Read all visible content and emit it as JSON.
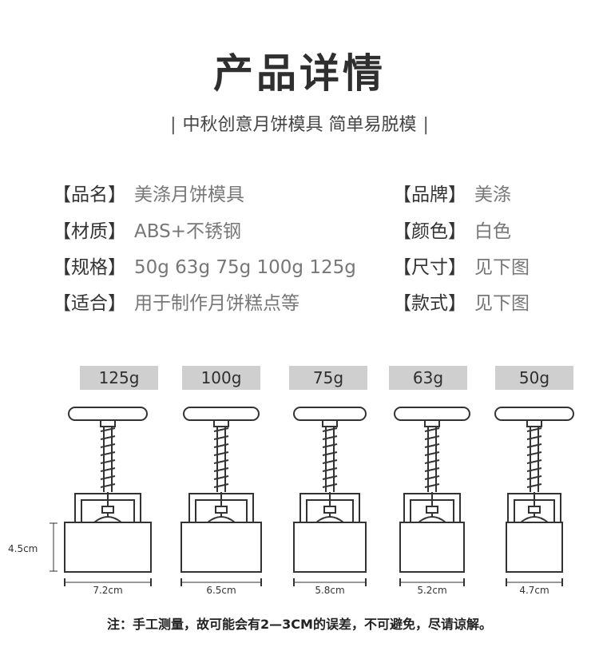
{
  "title": "产品详情",
  "subtitle": "中秋创意月饼模具 简单易脱模",
  "subtitle_bar": "|",
  "specs_left": [
    {
      "label": "【品名】",
      "value": "美涤月饼模具"
    },
    {
      "label": "【材质】",
      "value": "ABS+不锈钢"
    },
    {
      "label": "【规格】",
      "value": "50g 63g 75g 100g 125g"
    },
    {
      "label": "【适合】",
      "value": "用于制作月饼糕点等"
    }
  ],
  "specs_right": [
    {
      "label": "【品牌】",
      "value": "美涤"
    },
    {
      "label": "【颜色】",
      "value": "白色"
    },
    {
      "label": "【尺寸】",
      "value": "见下图"
    },
    {
      "label": "【款式】",
      "value": "见下图"
    }
  ],
  "molds": [
    {
      "weight": "125g",
      "width": "7.2cm"
    },
    {
      "weight": "100g",
      "width": "6.5cm"
    },
    {
      "weight": "75g",
      "width": "5.8cm"
    },
    {
      "weight": "63g",
      "width": "5.2cm"
    },
    {
      "weight": "50g",
      "width": "4.7cm"
    }
  ],
  "height_label": "4.5cm",
  "note": "注：手工测量，故可能会有2—3CM的误差，不可避免，尽请谅解。",
  "colors": {
    "badge": "#cfcfcf",
    "outline": "#333333"
  }
}
